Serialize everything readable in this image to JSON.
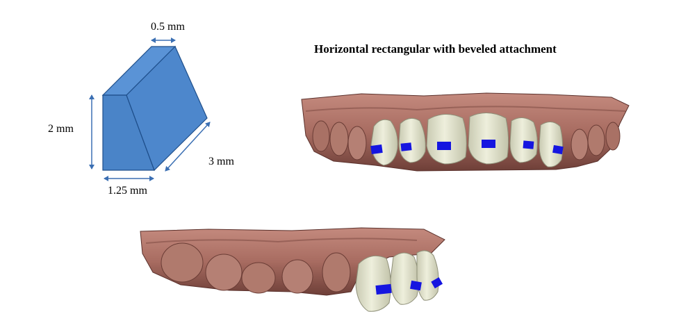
{
  "title": "Horizontal rectangular with beveled attachment",
  "dimensions": {
    "top": "0.5 mm",
    "height": "2 mm",
    "depth": "3 mm",
    "width": "1.25 mm"
  },
  "colors": {
    "attachment_fill": "#4d87cc",
    "attachment_edge": "#1e4e8a",
    "dimension_arrow": "#3b6fb3",
    "gum": "#b87c70",
    "gum_dark": "#7a4a42",
    "tooth": "#e3e4cf",
    "tooth_shadow": "#b9b9a0",
    "bracket": "#1515e0"
  }
}
